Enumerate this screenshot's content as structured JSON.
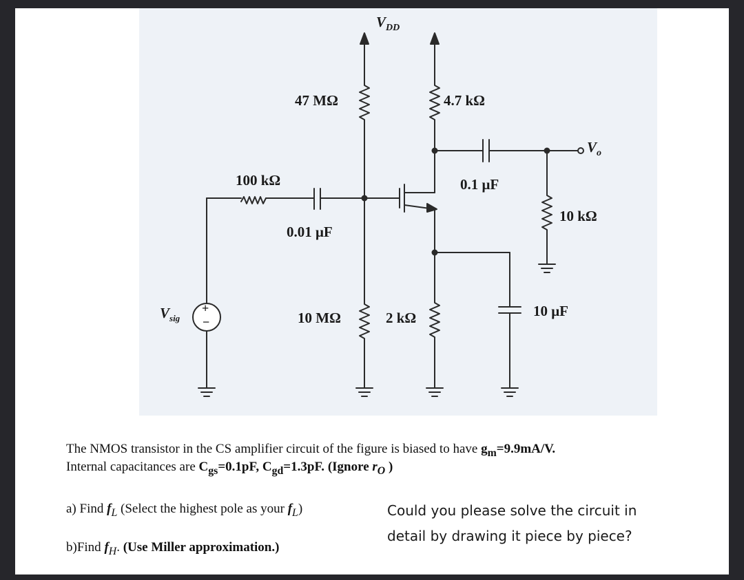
{
  "labels": {
    "vdd_main": "V",
    "vdd_sub": "DD",
    "r_gate_top": "47 MΩ",
    "r_drain": "4.7 kΩ",
    "r_sig": "100 kΩ",
    "c_out": "0.1 μF",
    "c_in": "0.01 μF",
    "r_load": "10 kΩ",
    "vo_main": "V",
    "vo_sub": "o",
    "vsig_main": "V",
    "vsig_sub": "sig",
    "r_gate_bottom": "10 MΩ",
    "r_source": "2 kΩ",
    "c_source": "10 μF",
    "source_plus": "+",
    "source_minus": "−"
  },
  "problem": {
    "line1_prefix": "The NMOS transistor in the CS amplifier circuit of the figure is biased to have ",
    "gm": "g",
    "gm_sub": "m",
    "gm_value": "=9.9mA/V.",
    "line2_prefix": "Internal capacitances are ",
    "cgs": "C",
    "cgs_sub": "gs",
    "cgs_value": "=0.1pF, ",
    "cgd": "C",
    "cgd_sub": "gd",
    "cgd_value": "=1.3pF. ",
    "ignore_prefix": "(Ignore ",
    "ro": "r",
    "ro_sub": "O",
    "ignore_suffix": " )",
    "part_a_prefix": "a) Find ",
    "fl": "f",
    "fl_sub": "L",
    "part_a_middle": " (Select the highest pole as your ",
    "fl2": "f",
    "fl2_sub": "L",
    "part_a_suffix": ")",
    "part_b_prefix": "b)Find ",
    "fh": "f",
    "fh_sub": "H",
    "part_b_dot": ". ",
    "part_b_bold": "(Use Miller approximation.)"
  },
  "question": {
    "line1": "Could you please solve the circuit in",
    "line2": "detail by drawing it piece by piece?"
  }
}
